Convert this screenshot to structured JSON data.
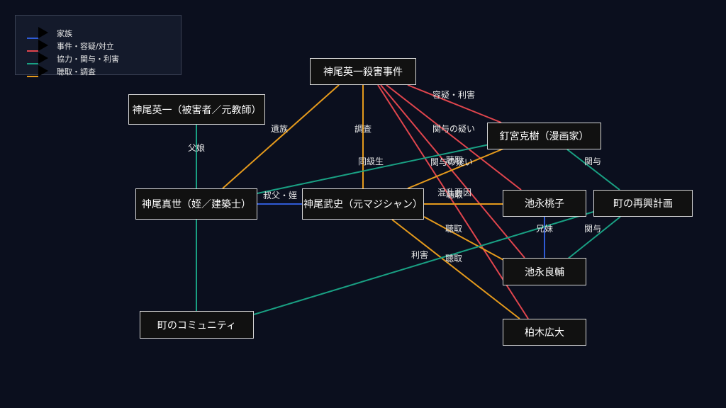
{
  "legend": [
    {
      "label": "家族",
      "color": "#2f5bd6"
    },
    {
      "label": "事件・容疑/対立",
      "color": "#e0454d"
    },
    {
      "label": "協力・関与・利害",
      "color": "#19a083"
    },
    {
      "label": "聴取・調査",
      "color": "#e59a1c"
    }
  ],
  "nodes": {
    "case": "神尾英一殺害事件",
    "eiichi": "神尾英一（被害者／元教師）",
    "kugimiya": "釘宮克樹（漫画家）",
    "masayo": "神尾真世（姪／建築士）",
    "takeshi": "神尾武史（元マジシャン）",
    "momoko": "池永桃子",
    "saikou": "町の再興計画",
    "ryosuke": "池永良輔",
    "community": "町のコミュニティ",
    "kashiwagi": "柏木広大"
  },
  "edge_labels": {
    "yoroi_riagai": "容疑・利害",
    "izoku": "遺族",
    "chousa": "調査",
    "kanyo_utagai1": "関与の疑い",
    "fushi": "父娘",
    "doukyuusei": "同級生",
    "kanyo_utagai2": "関与の疑い",
    "choshu1": "聴取",
    "kanyo1": "関与",
    "kon_ran": "混乱要因",
    "choshu2": "聴取",
    "shukufu": "叔父・姪",
    "choshu3": "聴取",
    "kyoudai": "兄妹",
    "kanyo2": "関与",
    "rigai": "利害",
    "choshu4": "聴取"
  }
}
